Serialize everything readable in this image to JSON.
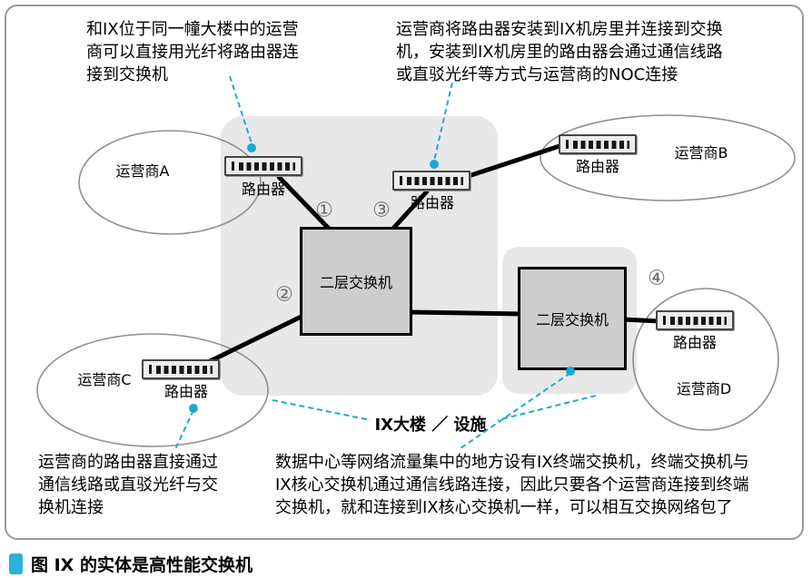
{
  "figure": {
    "caption": "图 IX 的实体是高性能交换机"
  },
  "annotations": {
    "top_left": "和IX位于同一幢大楼中的运营\n商可以直接用光纤将路由器连\n接到交换机",
    "top_right": "运营商将路由器安装到IX机房里并连接到交换\n机，安装到IX机房里的路由器会通过通信线路\n或直驳光纤等方式与运营商的NOC连接",
    "bottom_left": "运营商的路由器直接通过\n通信线路或直驳光纤与交\n换机连接",
    "bottom_right": "数据中心等网络流量集中的地方设有IX终端交换机，终端交换机与\nIX核心交换机通过通信线路连接，因此只要各个运营商连接到终端\n交换机，就和连接到IX核心交换机一样，可以相互交换网络包了"
  },
  "labels": {
    "carrier_a": "运营商A",
    "carrier_b": "运营商B",
    "carrier_c": "运营商C",
    "carrier_d": "运营商D",
    "router": "路由器",
    "switch_core": "二层交换机",
    "switch_edge": "二层交换机",
    "building": "IX大楼 ／ 设施"
  },
  "markers": {
    "c1": "①",
    "c2": "②",
    "c3": "③",
    "c4": "④"
  },
  "colors": {
    "leader_line": "#1fa8d6",
    "caption_marker": "#29b3d6",
    "building_fill": "#e8e8e8",
    "switch_fill": "#cdcdcd"
  }
}
